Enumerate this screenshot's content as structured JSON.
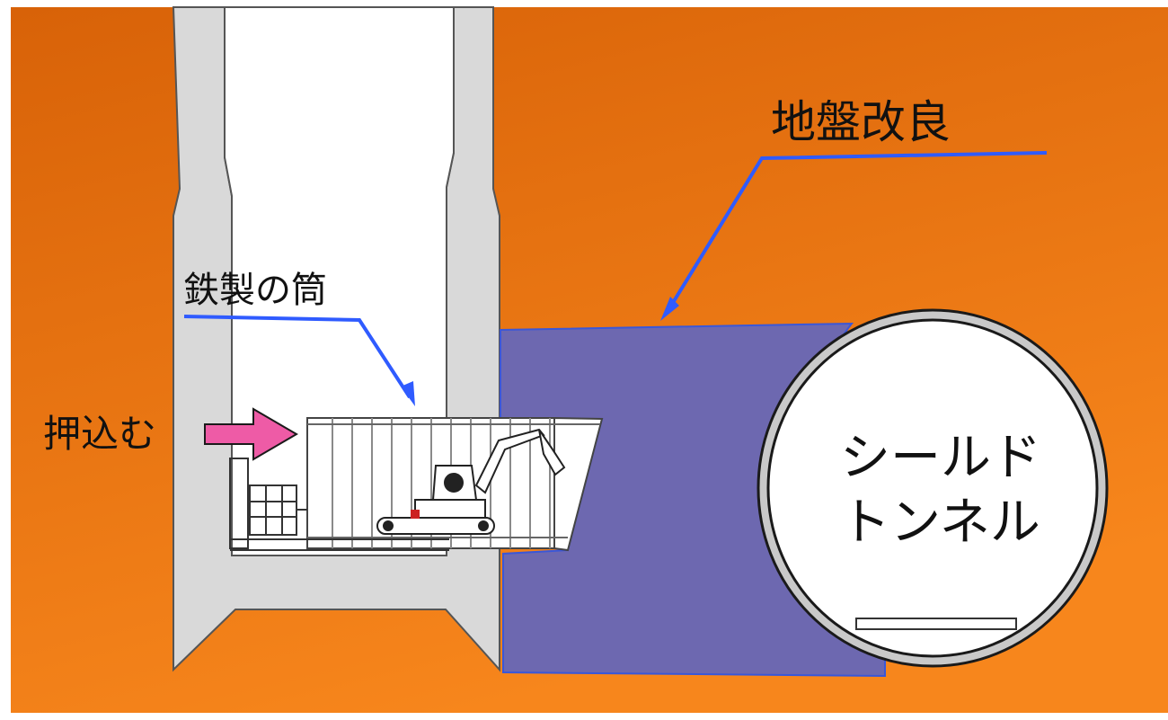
{
  "colors": {
    "ground": "#ec7416",
    "ground_light": "#f58a1e",
    "shaft_wall": "#d9d9d9",
    "improvement": "#6d68b0",
    "leader": "#2f5bff",
    "push_arrow": "#ee5ba6",
    "tunnel_ring": "#c9c9c9"
  },
  "labels": {
    "ground_improvement": "地盤改良",
    "steel_tube": "鉄製の筒",
    "push_in": "押込む",
    "shield_tunnel_line1": "シールド",
    "shield_tunnel_line2": "トンネル"
  },
  "icons": {
    "excavator": "excavator-icon",
    "push_arrow": "arrow-right-icon"
  }
}
